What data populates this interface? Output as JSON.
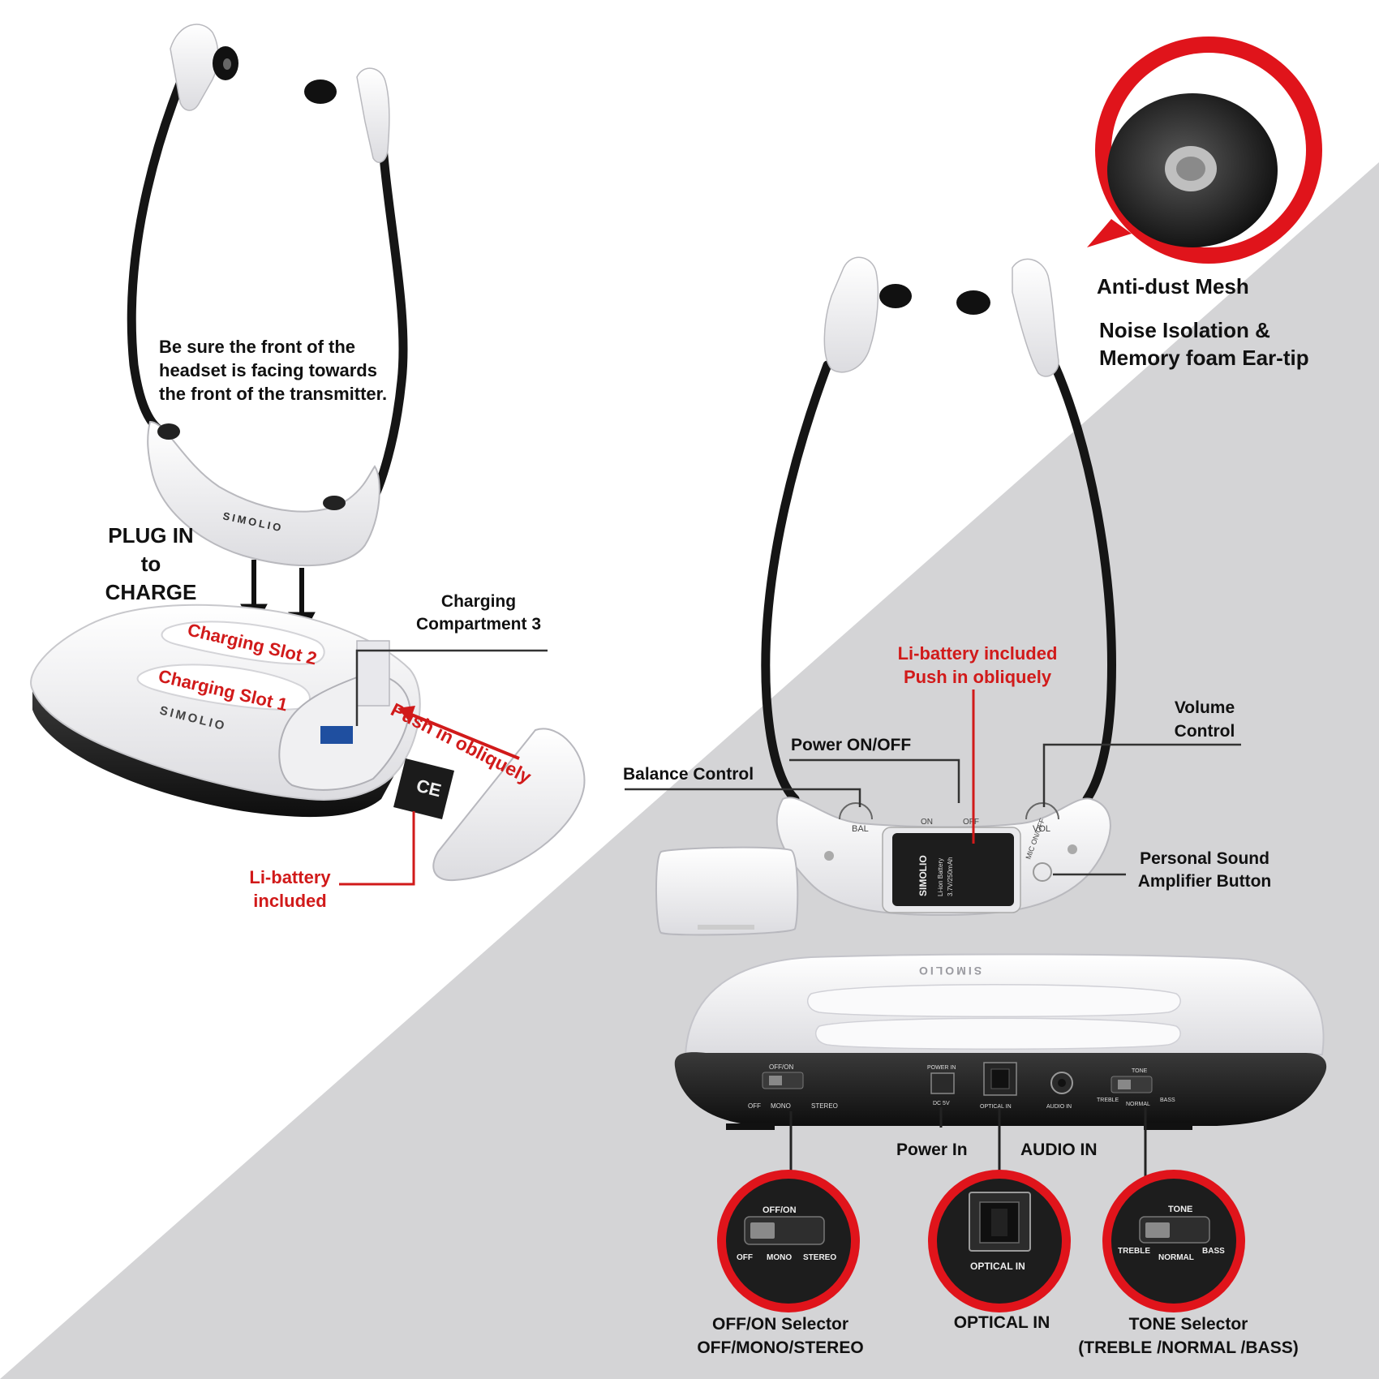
{
  "colors": {
    "background_gray": "#d4d4d6",
    "label_black": "#111111",
    "label_red": "#d11a1a",
    "device_white": "#f3f3f5",
    "device_dark": "#1c1c1c",
    "callout_red": "#e0141b"
  },
  "brand": {
    "name": "SIMOLIO"
  },
  "left_panel": {
    "facing_note": [
      "Be sure the front of the",
      "headset is facing towards",
      "the front of the transmitter."
    ],
    "plug_in": [
      "PLUG IN",
      "to",
      "CHARGE"
    ],
    "slot_2": "Charging Slot 2",
    "slot_1": "Charging Slot 1",
    "compartment_3": [
      "Charging",
      "Compartment 3"
    ],
    "push_obliquely": "Push in obliquely",
    "battery": [
      "Li-battery",
      "included"
    ]
  },
  "right_panel": {
    "ear_tip": {
      "mesh": "Anti-dust Mesh",
      "isolation": [
        "Noise Isolation &",
        "Memory foam Ear-tip"
      ]
    },
    "battery": [
      "Li-battery included",
      "Push in obliquely"
    ],
    "volume": [
      "Volume",
      "Control"
    ],
    "power": "Power ON/OFF",
    "balance": "Balance Control",
    "amplifier": [
      "Personal Sound",
      "Amplifier Button"
    ],
    "on_label": "ON",
    "off_label": "OFF",
    "bal_label": "BAL",
    "vol_label": "VOL",
    "mic_label": "MIC ON/OFF",
    "battery_card": [
      "SIMOLIO",
      "Li-ion Battery",
      "3.7V/250mAh"
    ]
  },
  "transmitter_back": {
    "power_in": "Power In",
    "audio_in": "AUDIO IN",
    "panel_offon": "OFF/ON",
    "panel_modes": [
      "OFF",
      "MONO",
      "STEREO"
    ],
    "panel_power_in": "POWER IN",
    "panel_dc": "DC 5V",
    "panel_optical": "OPTICAL IN",
    "panel_audio": "AUDIO IN",
    "panel_tone": "TONE",
    "panel_tones": [
      "TREBLE",
      "NORMAL",
      "BASS"
    ]
  },
  "callouts": {
    "selector": {
      "title": "OFF/ON Selector",
      "sub": "OFF/MONO/STEREO",
      "header": "OFF/ON",
      "modes": [
        "OFF",
        "MONO",
        "STEREO"
      ]
    },
    "optical": {
      "title": "OPTICAL IN",
      "inner": "OPTICAL IN"
    },
    "tone": {
      "title": "TONE Selector",
      "sub": "(TREBLE /NORMAL /BASS)",
      "header": "TONE",
      "modes": [
        "TREBLE",
        "NORMAL",
        "BASS"
      ]
    }
  }
}
